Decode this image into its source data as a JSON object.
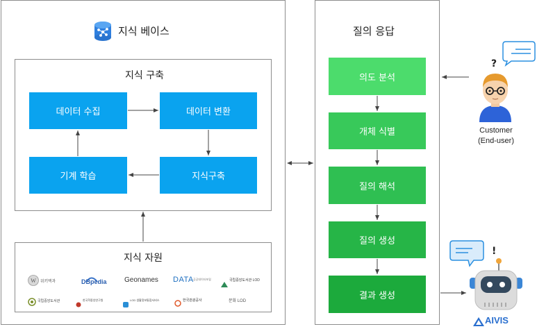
{
  "kb": {
    "title": "지식 베이스",
    "build": {
      "title": "지식 구축",
      "nodes": {
        "collect": "데이터 수집",
        "convert": "데이터 변환",
        "learn": "기계 학습",
        "build": "지식구축"
      }
    },
    "resources": {
      "title": "지식 자원",
      "logos": {
        "wiki": "위키백과",
        "dbpedia": "DBpedia",
        "geonames": "Geonames",
        "data": "DATA",
        "data_sub": "공공데이터포털",
        "lod1": "국립중앙도서관 LOD",
        "nlk": "국립중앙도서관",
        "kciss": "한국학중앙연구원",
        "lod2": "LOD 생활정보통합서비스",
        "kto": "한국관광공사",
        "lod3": "문화 LOD"
      }
    }
  },
  "qa": {
    "title": "질의 응답",
    "steps": [
      "의도 분석",
      "개체 식별",
      "질의 해석",
      "질의 생성",
      "결과 생성"
    ]
  },
  "customer": {
    "line1": "Customer",
    "line2": "(End-user)",
    "question_mark": "?"
  },
  "bot": {
    "brand_ai": "AI",
    "brand_vis": "VIS",
    "exclaim": "!"
  },
  "colors": {
    "blue_box": "#0aa3ef",
    "step_gradient": [
      "#4cdc6c",
      "#38c95a",
      "#2fbf52",
      "#26b547",
      "#1caa3c"
    ],
    "panel_border": "#8c8c8c",
    "arrow": "#444444"
  }
}
